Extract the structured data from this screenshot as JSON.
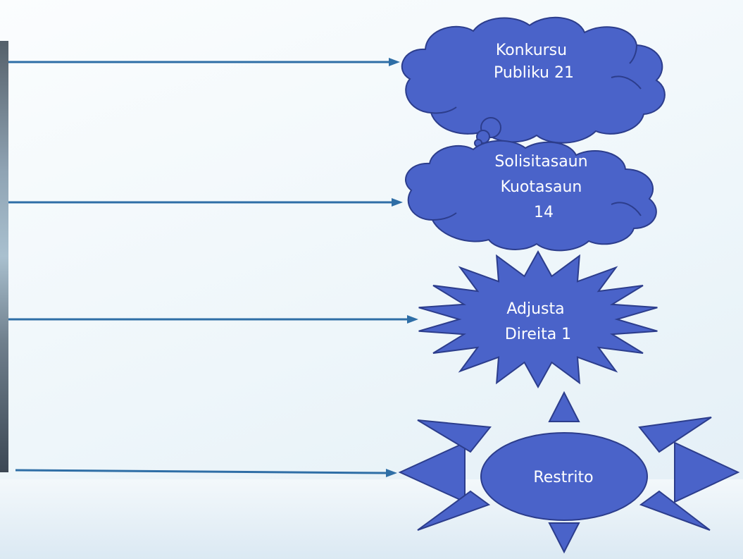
{
  "shapes": {
    "cloud_1": {
      "lines": [
        "Konkursu",
        "Publiku 21"
      ]
    },
    "cloud_2": {
      "lines": [
        "Solisitasaun",
        "Kuotasaun",
        "14"
      ]
    },
    "starburst": {
      "lines": [
        "Adjusta",
        "Direita 1"
      ]
    },
    "sun": {
      "lines": [
        "Restrito"
      ]
    }
  },
  "colors": {
    "shape_fill": "#4a63c9",
    "shape_stroke": "#2c3d8c",
    "arrow": "#2e6ea6"
  }
}
